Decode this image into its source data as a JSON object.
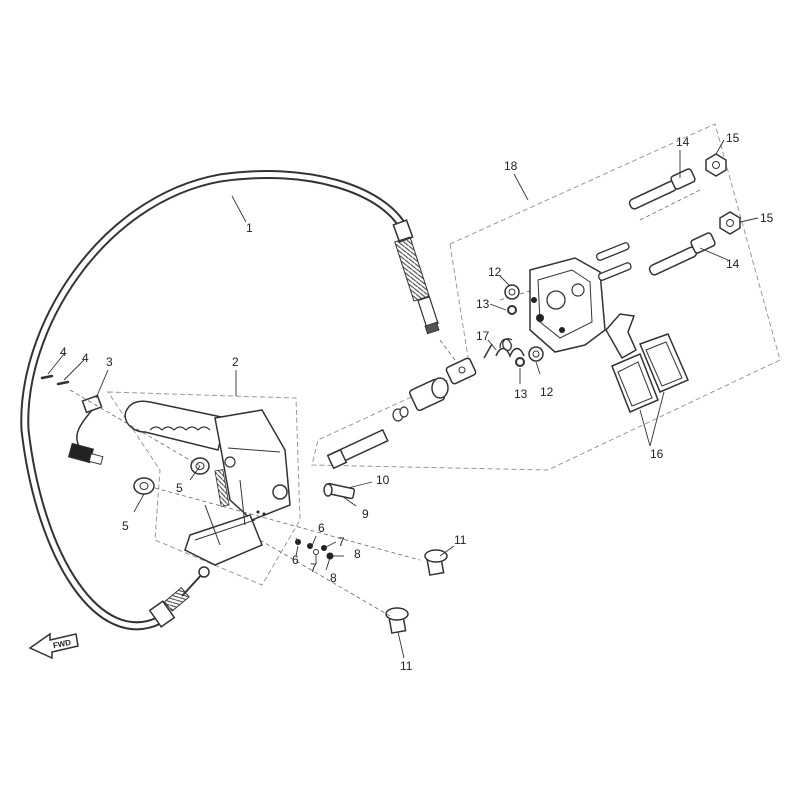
{
  "diagram": {
    "type": "exploded-parts-diagram",
    "direction_indicator": "FWD",
    "callouts": {
      "c1": "1",
      "c2": "2",
      "c3": "3",
      "c4a": "4",
      "c4b": "4",
      "c5a": "5",
      "c5b": "5",
      "c6a": "6",
      "c6b": "6",
      "c7a": "7",
      "c7b": "7",
      "c8a": "8",
      "c8b": "8",
      "c9": "9",
      "c10": "10",
      "c11a": "11",
      "c11b": "11",
      "c12a": "12",
      "c12b": "12",
      "c13a": "13",
      "c13b": "13",
      "c14a": "14",
      "c14b": "14",
      "c15a": "15",
      "c15b": "15",
      "c16": "16",
      "c17": "17",
      "c18": "18"
    }
  }
}
